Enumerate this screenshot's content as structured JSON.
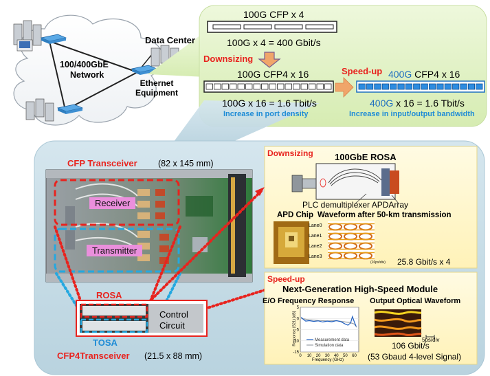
{
  "network": {
    "data_center": "Data Center",
    "network_label": "100/400GbE Network",
    "ethernet_equipment": "Ethernet Equipment"
  },
  "top_panel": {
    "cfp_title": "100G CFP x 4",
    "cfp_capacity": "100G x 4 = 400 Gbit/s",
    "downsizing": "Downsizing",
    "cfp4_title": "100G CFP4 x 16",
    "cfp4_capacity": "100G x 16 = 1.6 Tbit/s",
    "port_density": "Increase in port density",
    "speedup": "Speed-up",
    "cfp4_400_prefix": "400G",
    "cfp4_400_suffix": " CFP4 x 16",
    "cap400_prefix": "400G",
    "cap400_suffix": " x 16 = 1.6 Tbit/s",
    "io_bandwidth": "Increase in input/output bandwidth"
  },
  "bottom_panel": {
    "cfp_transceiver": "CFP Transceiver",
    "cfp_dims": "(82 x 145 mm)",
    "receiver": "Receiver",
    "transmitter": "Transmitter",
    "rosa": "ROSA",
    "control_circuit_line1": "Control",
    "control_circuit_line2": "Circuit",
    "tosa": "TOSA",
    "cfp4_transceiver": "CFP4Transceiver",
    "cfp4_dims": "(21.5 x 88 mm)"
  },
  "downsizing_box": {
    "label": "Downsizing",
    "rosa_title": "100GbE ROSA",
    "plc_caption": "PLC demultiplexer APDArray",
    "apd_chip": "APD Chip",
    "waveform_title": "Waveform after 50-km transmission",
    "lanes": [
      "Lane0",
      "Lane1",
      "Lane2",
      "Lane3"
    ],
    "time_scale": "(10ps/div)",
    "rate": "25.8 Gbit/s x 4"
  },
  "speedup_box": {
    "label": "Speed-up",
    "title": "Next-Generation High-Speed Module",
    "eo_title": "E/O Frequency Response",
    "wave_title": "Output Optical Waveform",
    "ylabel": "Response (S21) [dB]",
    "yticks": [
      "5",
      "0",
      "-5",
      "-10",
      "-15"
    ],
    "xlabel": "Frequency (GHz)",
    "xticks": [
      "0",
      "10",
      "20",
      "30",
      "40",
      "50",
      "60"
    ],
    "legend_measure": "Measurement data",
    "legend_sim": "Simulation data",
    "time_div": "5ps/div",
    "rate": "106 Gbit/s",
    "signal": "(53 Gbaud 4-level Signal)"
  },
  "colors": {
    "green_panel": "#e2f2c5",
    "blue_panel": "#c7dde6",
    "yellow_box": "#fff7cc",
    "red": "#e8231e",
    "blue_text": "#1f8cd6",
    "orange_arrow": "#f0a56a",
    "cyan_dots": "#24a8e0"
  }
}
